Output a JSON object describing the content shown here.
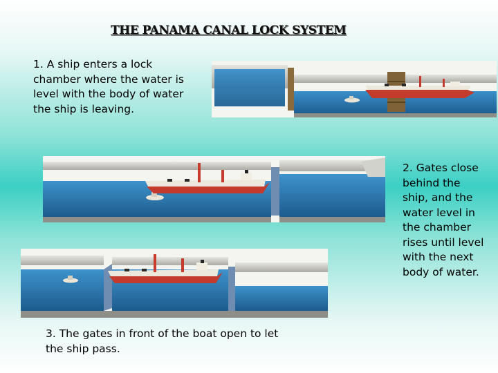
{
  "slide": {
    "title": "THE PANAMA CANAL LOCK SYSTEM",
    "step1": "1.  A ship enters a lock chamber where the water is level with the body of water the ship is leaving.",
    "step2": "2.  Gates close behind the ship, and the water level in the chamber rises until level with the next body of water.",
    "step3": "3.  The gates in front of the boat open to let the ship pass."
  },
  "colors": {
    "background_center": "#3ccfc4",
    "water": "#2f7fb8",
    "lock_wall": "#c9c9c4",
    "ship_hull_red": "#c43a2c"
  }
}
